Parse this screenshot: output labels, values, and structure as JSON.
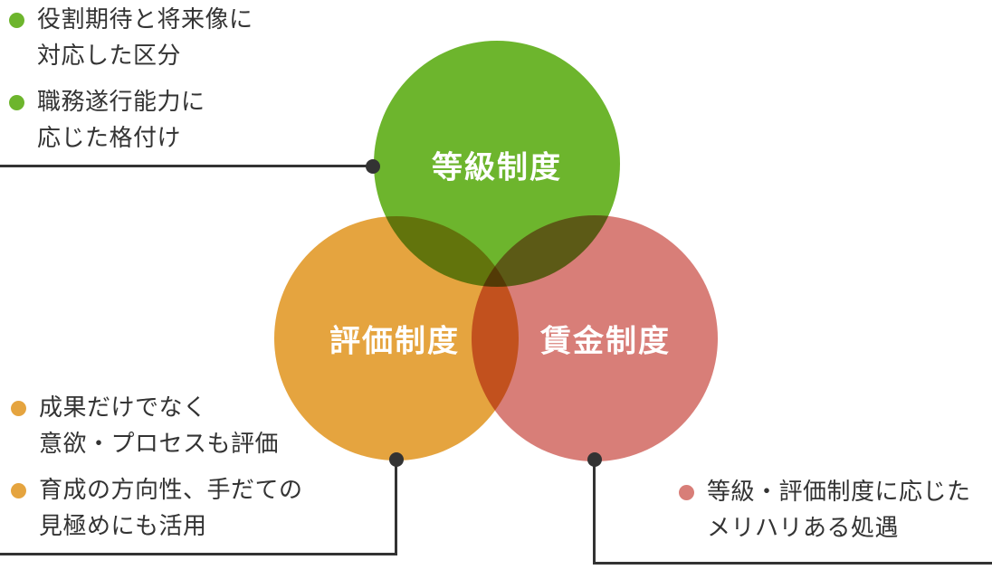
{
  "background": "#ffffff",
  "text_color": "#333333",
  "connector_color": "#333333",
  "circles": [
    {
      "name": "grade-system",
      "label": "等級制度",
      "color": "#6db52d"
    },
    {
      "name": "evaluation-system",
      "label": "評価制度",
      "color": "#e5a43f"
    },
    {
      "name": "wage-system",
      "label": "賃金制度",
      "color": "#d87e78"
    }
  ],
  "annotations": {
    "grade": {
      "bullet_color": "#6db52d",
      "items": [
        {
          "line1": "役割期待と将来像に",
          "line2": "対応した区分"
        },
        {
          "line1": "職務遂行能力に",
          "line2": "応じた格付け"
        }
      ]
    },
    "evaluation": {
      "bullet_color": "#e5a43f",
      "items": [
        {
          "line1": "成果だけでなく",
          "line2": "意欲・プロセスも評価"
        },
        {
          "line1": "育成の方向性、手だての",
          "line2": "見極めにも活用"
        }
      ]
    },
    "wage": {
      "bullet_color": "#d87e78",
      "items": [
        {
          "line1": "等級・評価制度に応じた",
          "line2": "メリハリある処遇"
        }
      ]
    }
  }
}
